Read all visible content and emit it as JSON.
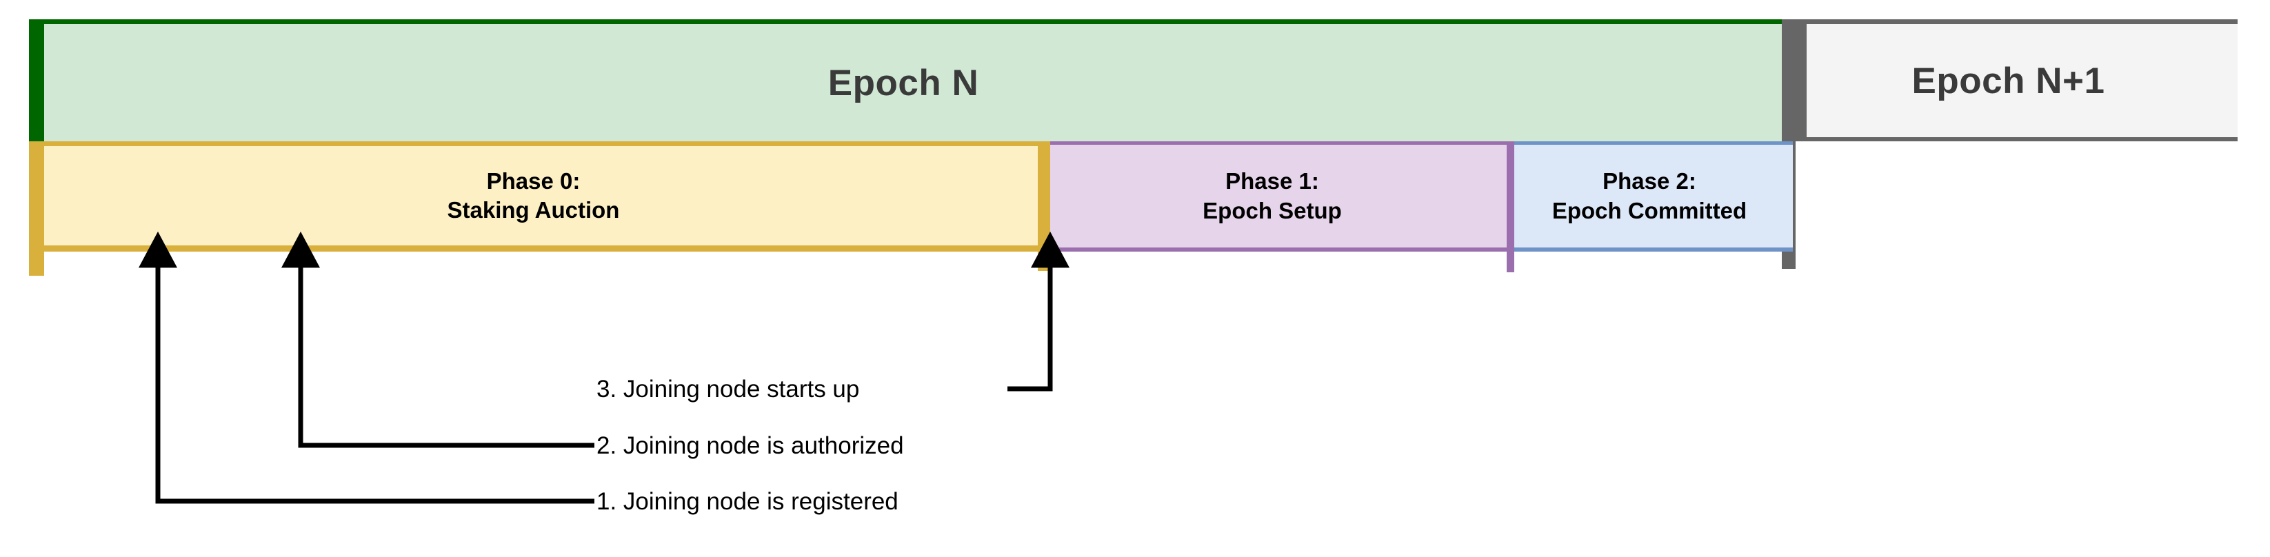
{
  "diagram": {
    "title": "Epoch timeline with joining-node events",
    "epochs": [
      {
        "name": "epoch-n",
        "label": "Epoch N"
      },
      {
        "name": "epoch-n-plus-1",
        "label": "Epoch N+1"
      }
    ],
    "phases": [
      {
        "name": "phase-0",
        "line1": "Phase 0:",
        "line2": "Staking Auction"
      },
      {
        "name": "phase-1",
        "line1": "Phase 1:",
        "line2": "Epoch Setup"
      },
      {
        "name": "phase-2",
        "line1": "Phase 2:",
        "line2": "Epoch Committed"
      }
    ],
    "callouts": [
      {
        "index": "3",
        "label": "3. Joining node starts up"
      },
      {
        "index": "2",
        "label": "2. Joining node is authorized"
      },
      {
        "index": "1",
        "label": "1. Joining node is registered"
      }
    ],
    "colors": {
      "epoch_n_fill": "#d0e8d4",
      "epoch_n_edge": "#006600",
      "epoch_n1_fill": "#f4f4f4",
      "epoch_n1_edge": "#666666",
      "phase0_fill": "#fdf0c4",
      "phase0_edge": "#d9b03c",
      "phase1_fill": "#e6d4ea",
      "phase1_edge": "#9b6fae",
      "phase2_fill": "#dce7f8",
      "phase2_edge": "#6f92c7",
      "callout_stroke": "#000000",
      "epoch_label_text": "#3a3a3a",
      "phase_label_text": "#000000"
    }
  }
}
